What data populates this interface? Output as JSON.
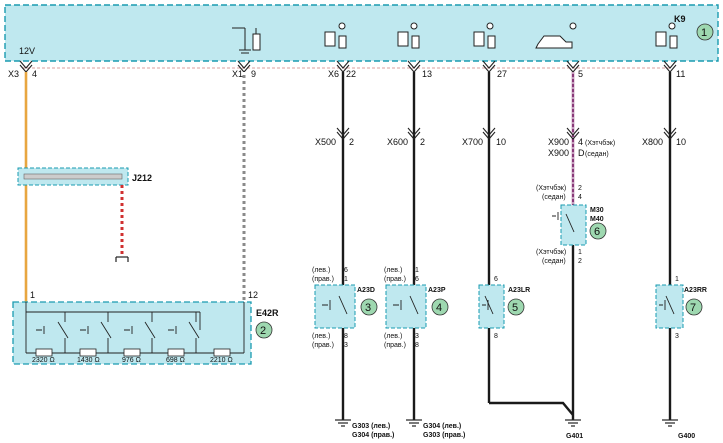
{
  "top_module": {
    "name": "K9",
    "callout": "1"
  },
  "supply": {
    "voltage": "12V",
    "connector": "X3",
    "pin": "4"
  },
  "x1": {
    "connector": "X1",
    "pin": "9"
  },
  "x6": {
    "connector": "X6",
    "pin": "22"
  },
  "top_pins": [
    "13",
    "27",
    "5",
    "11"
  ],
  "mid_connectors": [
    {
      "name": "X500",
      "pin": "2"
    },
    {
      "name": "X600",
      "pin": "2"
    },
    {
      "name": "X700",
      "pin": "10"
    },
    {
      "name": "X900",
      "pin": "4",
      "note": "(Хэтчбэк)"
    },
    {
      "name": "X900",
      "pin": "D",
      "note": "(седан)"
    },
    {
      "name": "X800",
      "pin": "10"
    }
  ],
  "relay": {
    "name": "J212"
  },
  "switch_block": {
    "name": "E42R",
    "callout": "2",
    "pin_left": "1",
    "pin_right": "12",
    "resistors": [
      "2320 Ω",
      "1430 Ω",
      "976 Ω",
      "698 Ω",
      "2210 Ω"
    ]
  },
  "door_switches": [
    {
      "name": "A23D",
      "callout": "3",
      "top_notes": [
        "(лев.)",
        "(прав.)"
      ],
      "top_pins": [
        "6",
        "1"
      ],
      "bottom_notes": [
        "(лев.)",
        "(прав.)"
      ],
      "bottom_pins": [
        "8",
        "3"
      ]
    },
    {
      "name": "A23P",
      "callout": "4",
      "top_notes": [
        "(лев.)",
        "(прав.)"
      ],
      "top_pins": [
        "1",
        "6"
      ],
      "bottom_notes": [
        "(лев.)",
        "(прав.)"
      ],
      "bottom_pins": [
        "3",
        "8"
      ]
    },
    {
      "name": "A23LR",
      "callout": "5",
      "top_pins": [
        "6"
      ],
      "bottom_pins": [
        "8"
      ]
    },
    {
      "name": "A23RR",
      "callout": "7",
      "top_pins": [
        "1"
      ],
      "bottom_pins": [
        "3"
      ]
    }
  ],
  "trunk_switch": {
    "name1": "M30",
    "name2": "M40",
    "callout": "6",
    "top_notes": [
      "(Хэтчбэк)",
      "(седан)"
    ],
    "top_pins": [
      "2",
      "4"
    ],
    "bottom_notes": [
      "(Хэтчбэк)",
      "(седан)"
    ],
    "bottom_pins": [
      "1",
      "2"
    ]
  },
  "grounds": [
    {
      "line1": "G303 (лев.)",
      "line2": "G304 (прав.)"
    },
    {
      "line1": "G304 (лев.)",
      "line2": "G303 (прав.)"
    },
    {
      "line1": "G401"
    },
    {
      "line1": "G400"
    }
  ],
  "colors": {
    "frame": "#1a9bb0",
    "frame_fill": "#bfe8ef",
    "wire_orange": "#e8a640",
    "wire_black": "#1a1a1a",
    "wire_grey": "#8a8a8a",
    "wire_red": "#d03030",
    "wire_violet": "#8a3a7a",
    "callout_fill": "#9ed8b0"
  }
}
